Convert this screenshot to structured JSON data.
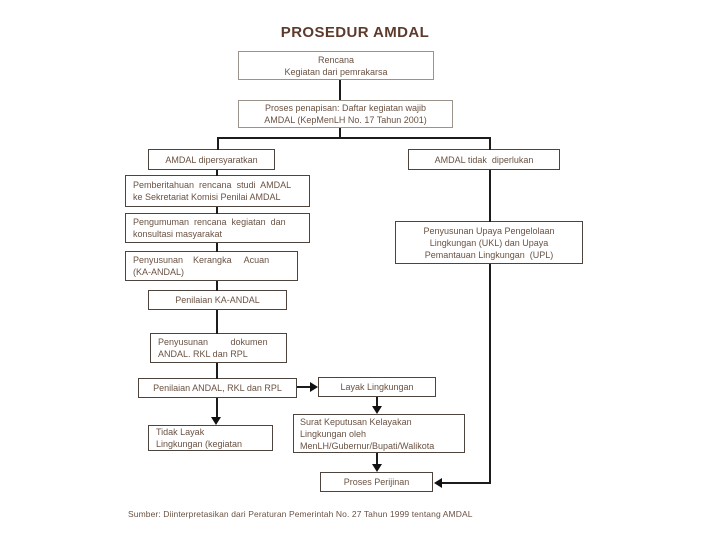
{
  "slide": {
    "title": "PROSEDUR AMDAL",
    "source_note": "Sumber: Diinterpretasikan dari Peraturan Pemerintah No. 27 Tahun 1999 tentang AMDAL"
  },
  "colors": {
    "title_text": "#5d3b2c",
    "body_text": "#6a5243",
    "box_border_dark": "#4c443d",
    "box_border_light": "#9a948d",
    "connector": "#1c1c1c",
    "background": "#ffffff"
  },
  "flowchart": {
    "rencana": {
      "line1": "Rencana",
      "line2": "Kegiatan dari pemrakarsa"
    },
    "penapisan": {
      "line1": "Proses penapisan: Daftar kegiatan wajib",
      "line2": "AMDAL (KepMenLH No. 17 Tahun 2001)"
    },
    "amdal_dipersyaratkan": {
      "line1": "AMDAL dipersyaratkan"
    },
    "amdal_tidak_diperlukan": {
      "line1": "AMDAL tidak  diperlukan"
    },
    "pemberitahuan": {
      "line1": "Pemberitahuan  rencana  studi  AMDAL",
      "line2": "ke Sekretariat Komisi Penilai AMDAL"
    },
    "pengumuman": {
      "line1": "Pengumuman  rencana  kegiatan  dan",
      "line2": "konsultasi masyarakat"
    },
    "penyusunan_ka": {
      "line1": "Penyusunan    Kerangka     Acuan",
      "line2": "(KA-ANDAL)"
    },
    "penilaian_ka": {
      "line1": "Penilaian KA-ANDAL"
    },
    "penyusunan_dokumen": {
      "line1": "Penyusunan         dokumen",
      "line2": "ANDAL. RKL dan RPL"
    },
    "penilaian_andal": {
      "line1": "Penilaian ANDAL, RKL dan RPL"
    },
    "layak": {
      "line1": "Layak Lingkungan"
    },
    "tidak_layak": {
      "line1": "Tidak Layak",
      "line2": "Lingkungan (kegiatan"
    },
    "surat_keputusan": {
      "line1": "Surat Keputusan Kelayakan",
      "line2": "Lingkungan oleh",
      "line3": "MenLH/Gubernur/Bupati/Walikota"
    },
    "proses_perijinan": {
      "line1": "Proses Perijinan"
    },
    "ukl_upl": {
      "line1": "Penyusunan Upaya Pengelolaan",
      "line2": "Lingkungan (UKL) dan Upaya",
      "line3": "Pemantauan Lingkungan  (UPL)"
    }
  }
}
